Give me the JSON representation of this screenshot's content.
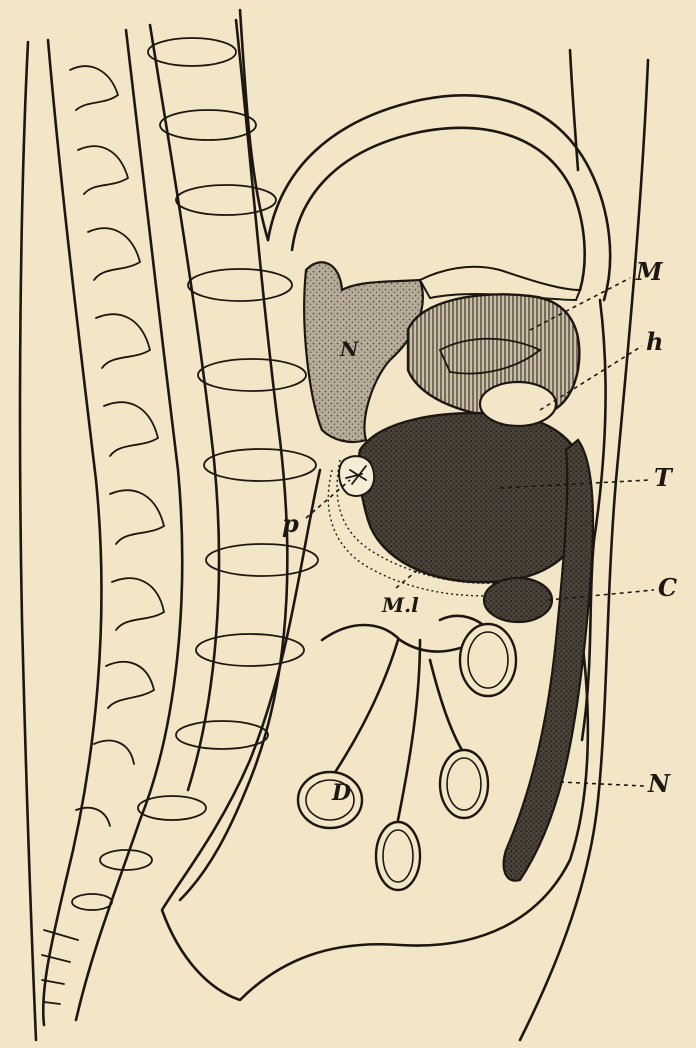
{
  "figure": {
    "background": "#f3e6c6",
    "ink": "#1c1712",
    "labels": {
      "M": "M",
      "h": "h",
      "T": "T",
      "C": "C",
      "N_lower": "N",
      "N_upper": "N",
      "p": "p",
      "Ml": "M.l",
      "D": "D"
    }
  }
}
